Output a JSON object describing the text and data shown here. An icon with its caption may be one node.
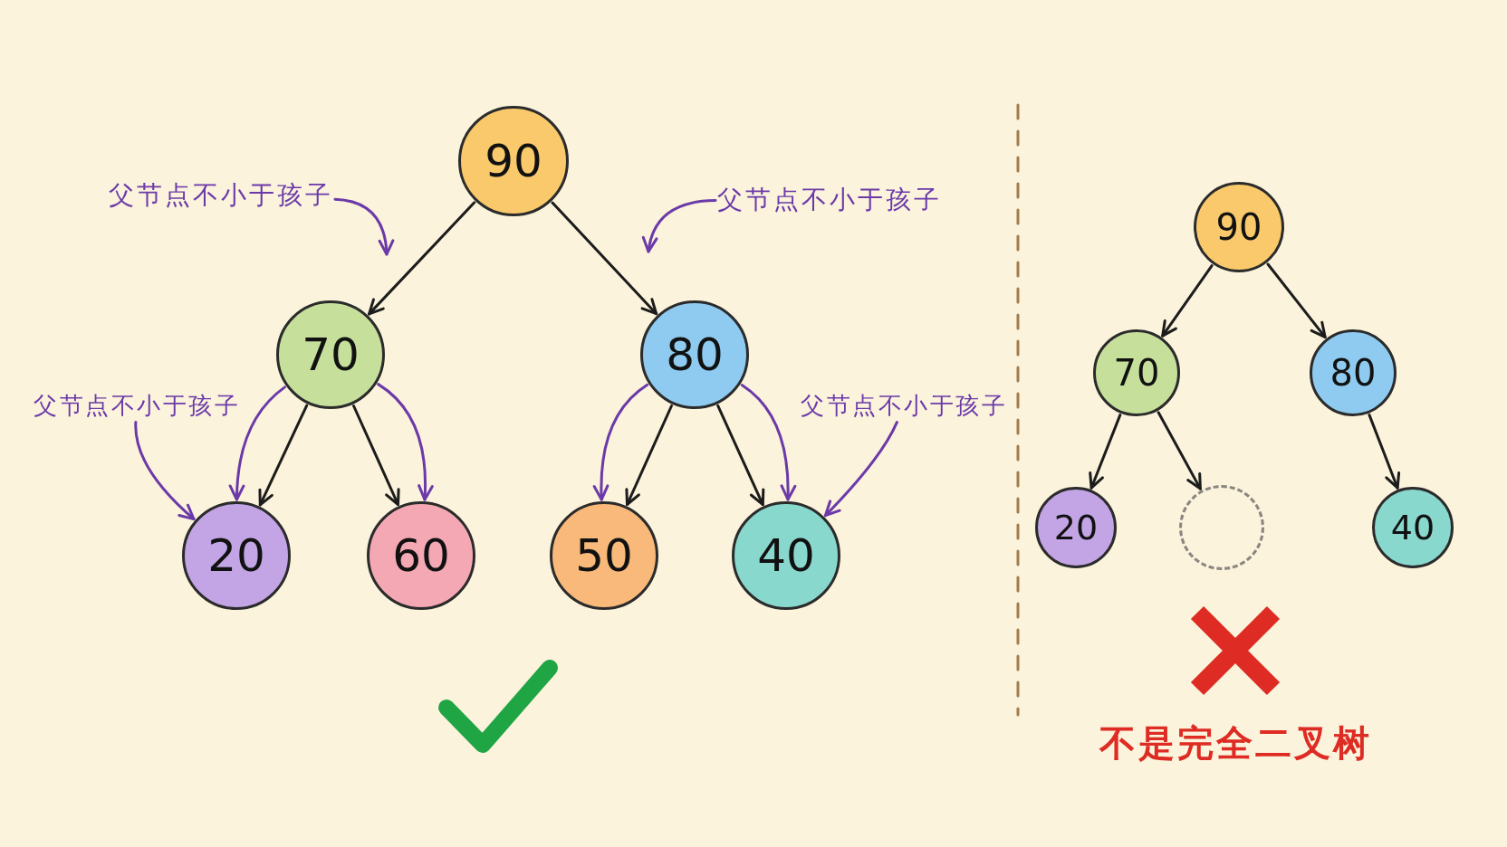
{
  "diagram": {
    "nodes": [
      {
        "text": [
          "90"
        ]
      },
      {
        "text": [
          "70"
        ]
      },
      {
        "text": [
          "80"
        ]
      },
      {
        "text": [
          "20"
        ]
      },
      {
        "text": [
          "60"
        ]
      },
      {
        "text": [
          "50"
        ]
      },
      {
        "text": [
          "40"
        ]
      },
      {
        "text": [
          "父节点不小于孩子"
        ]
      },
      {
        "text": [
          "父节点不小于孩子"
        ]
      },
      {
        "text": [
          "父节点不小于孩子"
        ]
      },
      {
        "text": [
          "父节点不小于孩子"
        ]
      },
      {
        "text": [
          "90"
        ]
      },
      {
        "text": [
          "70"
        ]
      },
      {
        "text": [
          "80"
        ]
      },
      {
        "text": [
          "20"
        ]
      },
      {
        "text": [],
        "shape": "circle"
      },
      {
        "text": [
          "40"
        ]
      }
    ],
    "edges": [
      {
        "from": 0,
        "to": 1,
        "arrow": "to"
      },
      {
        "from": 0,
        "to": 2,
        "arrow": "to"
      },
      {
        "from": 1,
        "to": 3,
        "arrow": "to"
      },
      {
        "from": 1,
        "to": 4,
        "arrow": "to"
      },
      {
        "from": 2,
        "to": 5,
        "arrow": "to"
      },
      {
        "from": 2,
        "to": 6,
        "arrow": "to"
      },
      {
        "from": 7,
        "to": null,
        "arrow": "to",
        "color": "#6b3aa8"
      },
      {
        "from": 8,
        "to": null,
        "arrow": "to",
        "color": "#6b3aa8"
      },
      {
        "from": 9,
        "to": 3,
        "arrow": "to",
        "color": "#6b3aa8"
      },
      {
        "from": 10,
        "to": 6,
        "arrow": "to",
        "color": "#6b3aa8"
      },
      {
        "from": 1,
        "to": 3,
        "arrow": "to",
        "color": "#6b3aa8"
      },
      {
        "from": 1,
        "to": 4,
        "arrow": "to",
        "color": "#6b3aa8"
      },
      {
        "from": 2,
        "to": 5,
        "arrow": "to",
        "color": "#6b3aa8"
      },
      {
        "from": 2,
        "to": 6,
        "arrow": "to",
        "color": "#6b3aa8"
      },
      {
        "from": 11,
        "to": 12,
        "arrow": "to"
      },
      {
        "from": 11,
        "to": 13,
        "arrow": "to"
      },
      {
        "from": 12,
        "to": 14,
        "arrow": "to"
      },
      {
        "from": 12,
        "to": 15,
        "arrow": "to"
      },
      {
        "from": 13,
        "to": 16,
        "arrow": "to"
      }
    ],
    "labels": [
      "不是完全二叉树"
    ]
  }
}
